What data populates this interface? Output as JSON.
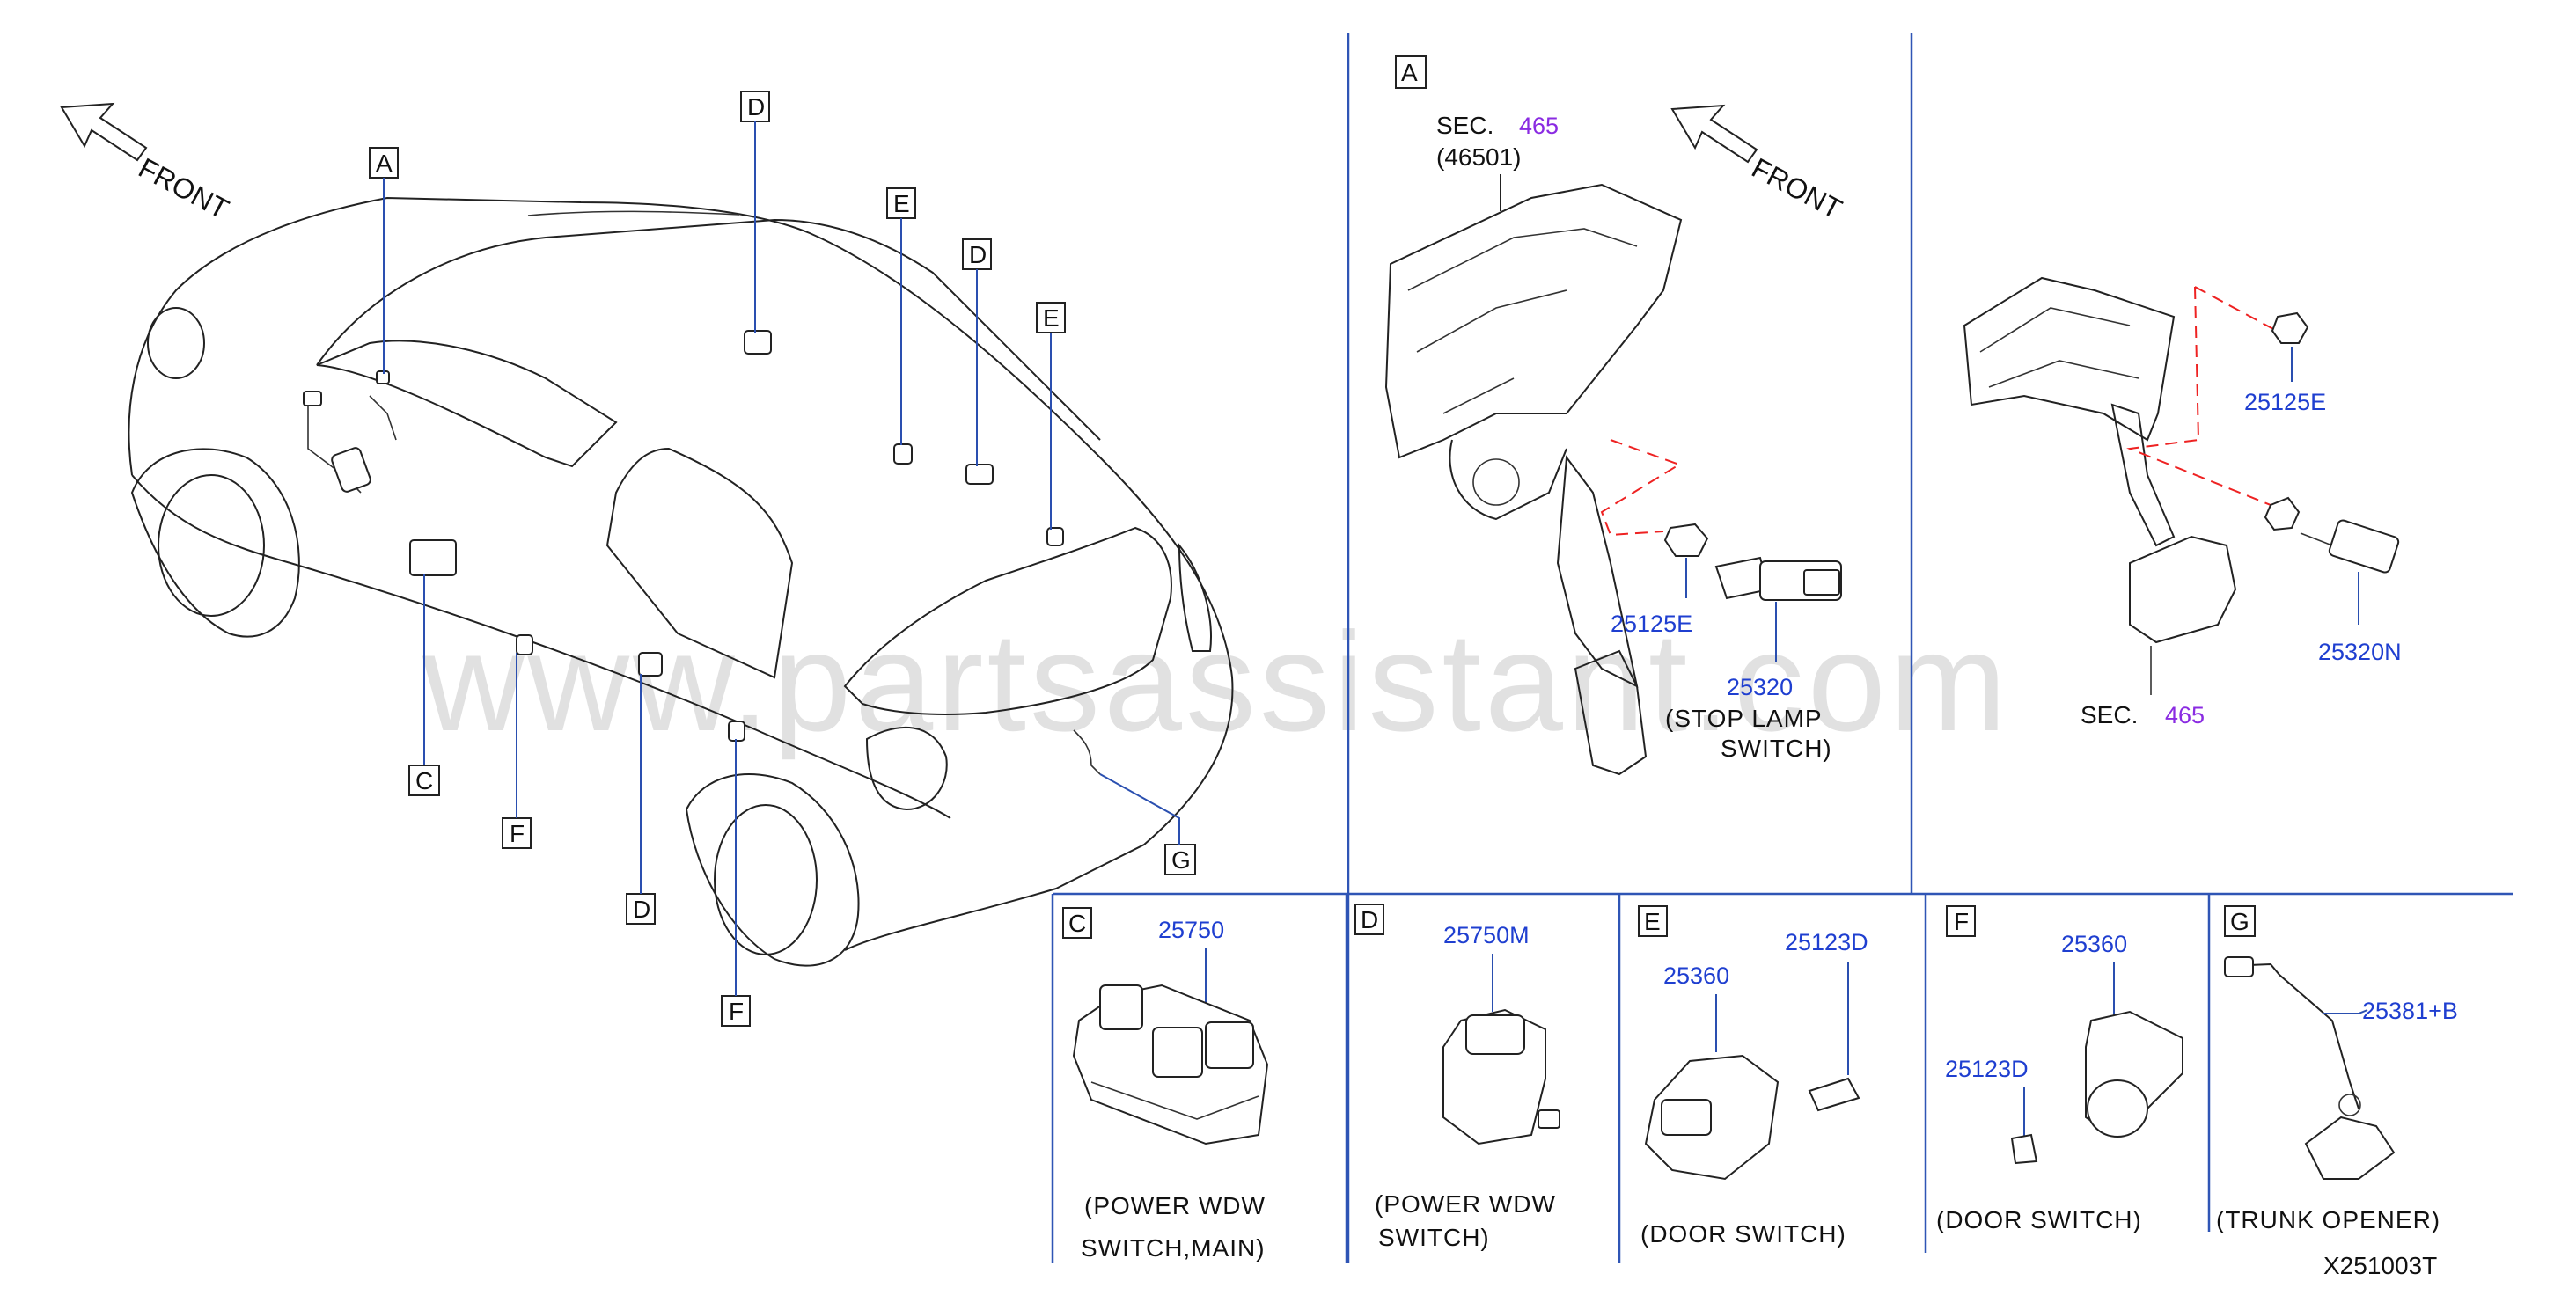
{
  "diagram": {
    "front_label": "FRONT",
    "watermark": "www.partsassistant.com",
    "drawing_id": "X251003T",
    "callouts_car": [
      "A",
      "D",
      "E",
      "D",
      "E",
      "C",
      "F",
      "D",
      "F",
      "G"
    ],
    "panel_a": {
      "letter": "A",
      "sec_prefix": "SEC.",
      "sec_number": "465",
      "sec_sub": "(46501)",
      "part_25125e": "25125E",
      "part_25320": "25320",
      "caption_line1": "(STOP   LAMP",
      "caption_line2": "SWITCH)"
    },
    "panel_right": {
      "part_25125e": "25125E",
      "part_25320n": "25320N",
      "sec_prefix": "SEC.",
      "sec_number": "465"
    },
    "panel_c": {
      "letter": "C",
      "part": "25750",
      "caption_line1": "(POWER   WDW",
      "caption_line2": "SWITCH,MAIN)"
    },
    "panel_d": {
      "letter": "D",
      "part": "25750M",
      "caption_line1": "(POWER   WDW",
      "caption_line2": "SWITCH)"
    },
    "panel_e": {
      "letter": "E",
      "part_switch": "25360",
      "part_bolt": "25123D",
      "caption": "(DOOR   SWITCH)"
    },
    "panel_f": {
      "letter": "F",
      "part_switch": "25360",
      "part_bolt": "25123D",
      "caption": "(DOOR   SWITCH)"
    },
    "panel_g": {
      "letter": "G",
      "part": "25381+B",
      "caption": "(TRUNK   OPENER)"
    },
    "colors": {
      "part_number": "#1f3fd0",
      "section_number": "#8a2be2",
      "separator": "#2f55b5",
      "dashed_guide": "#e22222"
    }
  }
}
